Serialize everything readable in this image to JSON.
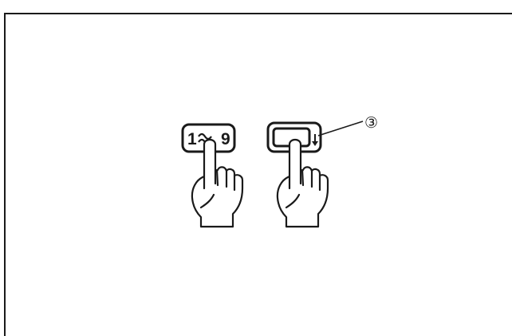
{
  "figure": {
    "number_key": {
      "left_label": "1",
      "range_glyph": "~",
      "right_label": "9"
    },
    "enter_key": {
      "icon": "enter-arrow-icon"
    },
    "callout": {
      "label": "③"
    }
  },
  "colors": {
    "line": "#1a1a1a",
    "background": "#ffffff"
  }
}
